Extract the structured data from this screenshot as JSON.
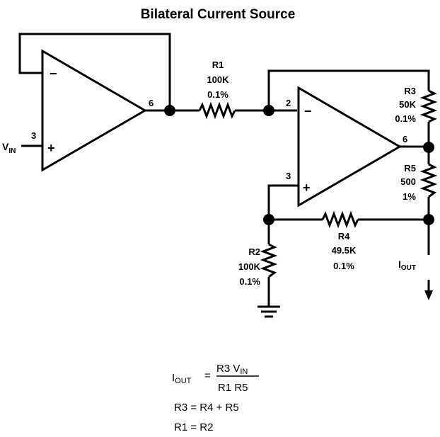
{
  "title": "Bilateral Current Source",
  "amp1": {
    "inverting_sign": "−",
    "noninverting_sign": "+",
    "pin_in": "3",
    "pin_out": "6"
  },
  "amp2": {
    "inverting_sign": "−",
    "noninverting_sign": "+",
    "pin_inv": "2",
    "pin_noninv": "3",
    "pin_out": "6"
  },
  "vin": {
    "main": "V",
    "sub": "IN"
  },
  "iout": {
    "main": "I",
    "sub": "OUT"
  },
  "resistors": {
    "r1": {
      "name": "R1",
      "value": "100K",
      "tol": "0.1%"
    },
    "r2": {
      "name": "R2",
      "value": "100K",
      "tol": "0.1%"
    },
    "r3": {
      "name": "R3",
      "value": "50K",
      "tol": "0.1%"
    },
    "r4": {
      "name": "R4",
      "value": "49.5K",
      "tol": "0.1%"
    },
    "r5": {
      "name": "R5",
      "value": "500",
      "tol": "1%"
    }
  },
  "equations": {
    "lhs_main": "I",
    "lhs_sub": "OUT",
    "equals": "=",
    "numerator_main": "R3 V",
    "numerator_sub": "IN",
    "denominator": "R1 R5",
    "eq2": "R3 = R4 + R5",
    "eq3": "R1 = R2"
  }
}
